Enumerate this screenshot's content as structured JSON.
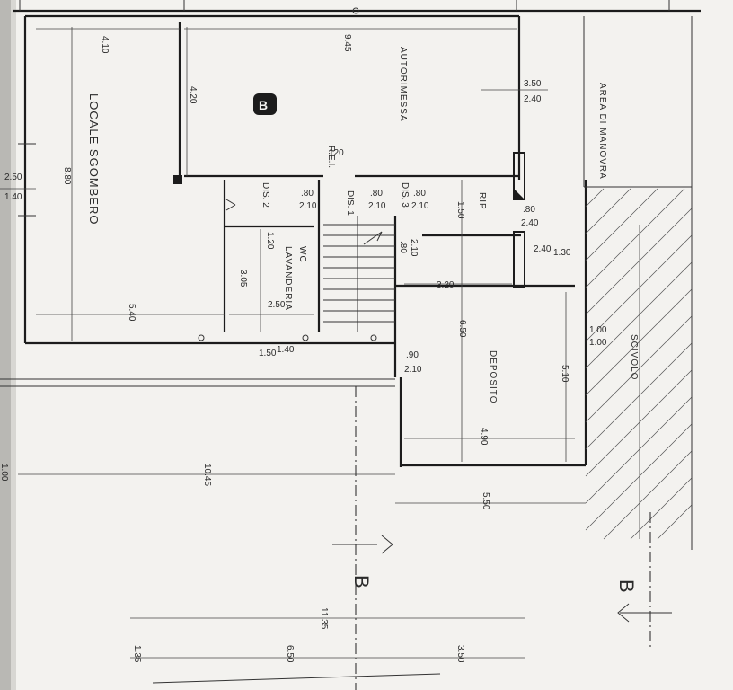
{
  "rooms": {
    "locale_sgombero": "LOCALE SGOMBERO",
    "autorimessa": "AUTORIMESSA",
    "area_manovra": "AREA DI MANOVRA",
    "wc_lavanderia_1": "WC",
    "wc_lavanderia_2": "LAVANDERIA",
    "deposito": "DEPOSITO",
    "rip": "RIP",
    "scivolo": "SCIVOLO",
    "dis1": "DIS. 1",
    "dis2": "DIS. 2",
    "dis3": "DIS. 3",
    "rei": "R.E.I.",
    "rei_val": "120"
  },
  "section_mark": "B",
  "badge_mark": "B",
  "dimensions": {
    "d_4_10": "4.10",
    "d_9_45": "9.45",
    "d_4_20": "4.20",
    "d_8_80": "8.80",
    "d_2_50": "2.50",
    "d_1_40": "1.40",
    "d_3_50": "3.50",
    "d_2_40a": "2.40",
    "d_0_80a": ".80",
    "d_2_10a": "2.10",
    "d_0_80b": ".80",
    "d_2_10b": "2.10",
    "d_0_80c": ".80",
    "d_2_10c": "2.10",
    "d_1_50": "1.50",
    "d_0_80d": ".80",
    "d_2_40b": "2.40",
    "d_1_20": "1.20",
    "d_0_80e": ".80",
    "d_2_10d": "2.10",
    "d_1_30": "1.30",
    "d_2_40c": "2.40",
    "d_3_05": "3.05",
    "d_3_20": "3.20",
    "d_5_40": "5.40",
    "d_2_50b": "2.50",
    "d_1_40b": "1.40",
    "d_1_50b": "1.50",
    "d_6_50": "6.50",
    "d_1_00a": "1.00",
    "d_1_00b": "1.00",
    "d_0_90": ".90",
    "d_2_10e": "2.10",
    "d_5_10": "5.10",
    "d_4_90": "4.90",
    "d_1_00c": "1.00",
    "d_10_45": "10.45",
    "d_5_50": "5.50",
    "d_11_35": "11.35",
    "d_1_35": "1.35",
    "d_6_50b": "6.50",
    "d_3_50b": "3.50"
  }
}
